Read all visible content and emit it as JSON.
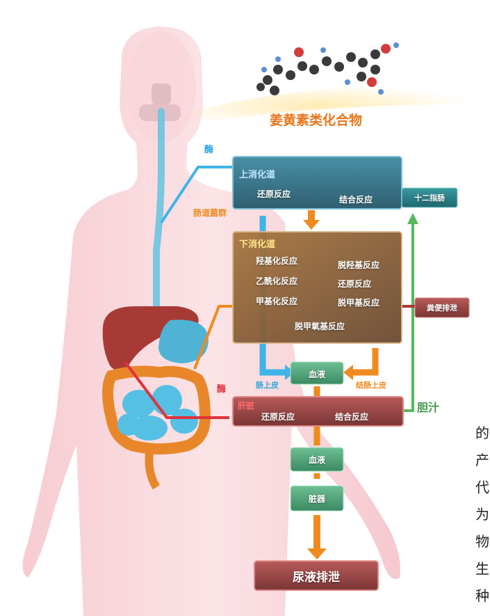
{
  "molecule_label": "姜黄素类化合物",
  "enzyme_upper": "酶",
  "gut_flora": "肠道菌群",
  "enzyme_liver": "酶",
  "upper_gi": {
    "title": "上消化道",
    "reactions": [
      "还原反应",
      "结合反应"
    ]
  },
  "lower_gi": {
    "title": "下消化道",
    "reactions_left": [
      "羟基化反应",
      "乙酰化反应",
      "甲基化反应"
    ],
    "reactions_right": [
      "脱羟基反应",
      "还原反应",
      "脱甲基反应"
    ],
    "reaction_bottom": "脱甲氧基反应"
  },
  "duodenum": "十二指肠",
  "feces": "粪便排泄",
  "blood": "血液",
  "small_intestine_epithelium": "肠上皮",
  "colon_epithelium": "结肠上皮",
  "bile": "胆汁",
  "liver": {
    "title": "肝脏",
    "reactions": [
      "还原反应",
      "结合反应"
    ]
  },
  "organ": "脏器",
  "urine": "尿液排泄",
  "side_text": [
    "的",
    "产",
    "代",
    "为",
    "物",
    "生",
    "种"
  ],
  "colors": {
    "upper": "#2e5f70",
    "lower": "#6a4a32",
    "liver": "#7a3535",
    "green": "#3b8a62",
    "blue_arrow": "#3fb4e6",
    "orange_arrow": "#f08a1e",
    "red_line": "#e0323c",
    "bile_arrow": "#56b85c"
  }
}
